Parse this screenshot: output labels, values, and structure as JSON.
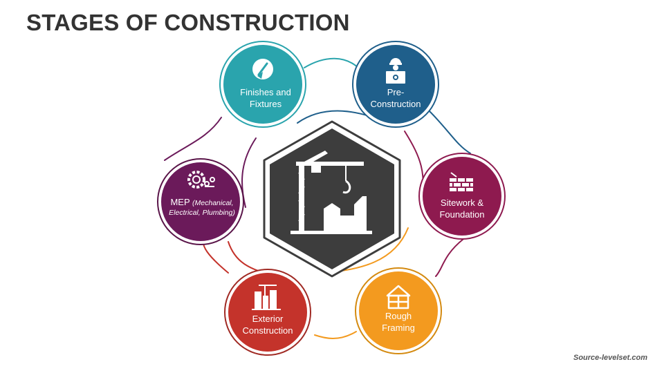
{
  "title": "STAGES OF CONSTRUCTION",
  "credit": "Source-levelset.com",
  "center": {
    "icon": "tower-crane-city-icon",
    "color": "#3d3d3d"
  },
  "stages": [
    {
      "id": "finishes",
      "lines": [
        "Finishes and",
        "Fixtures"
      ],
      "icon": "trowel-icon",
      "color": "#2aa4ad",
      "outline": "#2aa4ad"
    },
    {
      "id": "pre-construction",
      "lines": [
        "Pre-",
        "Construction"
      ],
      "icon": "worker-blueprint-icon",
      "color": "#1f5f8b",
      "outline": "#1f5f8b"
    },
    {
      "id": "sitework",
      "lines": [
        "Sitework &",
        "Foundation"
      ],
      "icon": "brick-wall-icon",
      "color": "#8e1a4f",
      "outline": "#8e1a4f"
    },
    {
      "id": "rough-framing",
      "lines": [
        "Rough",
        "Framing"
      ],
      "icon": "house-frame-icon",
      "color": "#f39a1f",
      "outline": "#d48a10"
    },
    {
      "id": "exterior",
      "lines": [
        "Exterior",
        "Construction"
      ],
      "icon": "building-crane-icon",
      "color": "#c4332b",
      "outline": "#a02a24"
    },
    {
      "id": "mep",
      "line1_main": "MEP ",
      "line1_italic": "(Mechanical,",
      "line2_italic": "Electrical, Plumbing)",
      "icon": "gear-pipes-icon",
      "color": "#6b1a5a",
      "outline": "#5a1549"
    }
  ]
}
